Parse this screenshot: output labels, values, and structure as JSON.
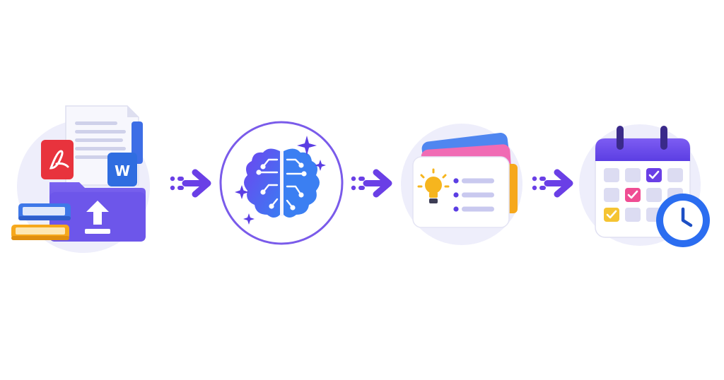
{
  "steps": [
    {
      "name": "upload-documents",
      "icons": [
        "pdf-document-icon",
        "word-document-icon",
        "text-document-icon",
        "upload-folder-icon",
        "books-icon"
      ],
      "word_badge_letter": "W"
    },
    {
      "name": "ai-processing",
      "icons": [
        "ai-brain-icon",
        "sparkle-icon"
      ]
    },
    {
      "name": "flashcards",
      "icons": [
        "flashcard-stack-icon",
        "lightbulb-icon",
        "bullet-list-icon"
      ]
    },
    {
      "name": "study-schedule",
      "icons": [
        "calendar-icon",
        "checkmark-icon",
        "clock-icon"
      ]
    }
  ],
  "connectors": [
    "arrow-right-icon",
    "arrow-right-icon",
    "arrow-right-icon"
  ],
  "colors": {
    "circle_bg": "#eeeefb",
    "accent": "#6a3fe6",
    "brain_blue": "#3b66f0",
    "folder": "#6b55e8",
    "pdf_red": "#e8333d",
    "word_blue": "#2f6de0",
    "book_blue": "#3f78e8",
    "book_orange": "#f6a81c",
    "card_pink": "#f06bb4",
    "card_blue": "#4f86f0",
    "bulb_yellow": "#f6b51e",
    "check_pink": "#ef4d93",
    "check_yellow": "#f5c432",
    "clock_blue": "#2b6df0"
  }
}
